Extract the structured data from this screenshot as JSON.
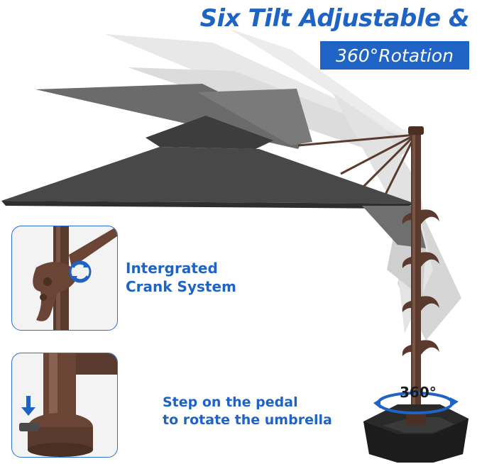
{
  "headline": {
    "title": "Six Tilt Adjustable &",
    "badge": "360°Rotation"
  },
  "features": [
    {
      "lines": [
        "Intergrated",
        "Crank System"
      ]
    },
    {
      "lines": [
        "Step on the pedal",
        "to rotate the umbrella"
      ]
    }
  ],
  "rotation_label": "360°",
  "colors": {
    "accent": "#1f63c4",
    "canopy": "#4a4a4a",
    "pole": "#5a3a2c",
    "base": "#2a2a2a",
    "ghost": "#d9d9d9"
  },
  "icons": [
    "crank-rotate-icon",
    "down-arrow-icon",
    "rotation-arrow-icon"
  ]
}
